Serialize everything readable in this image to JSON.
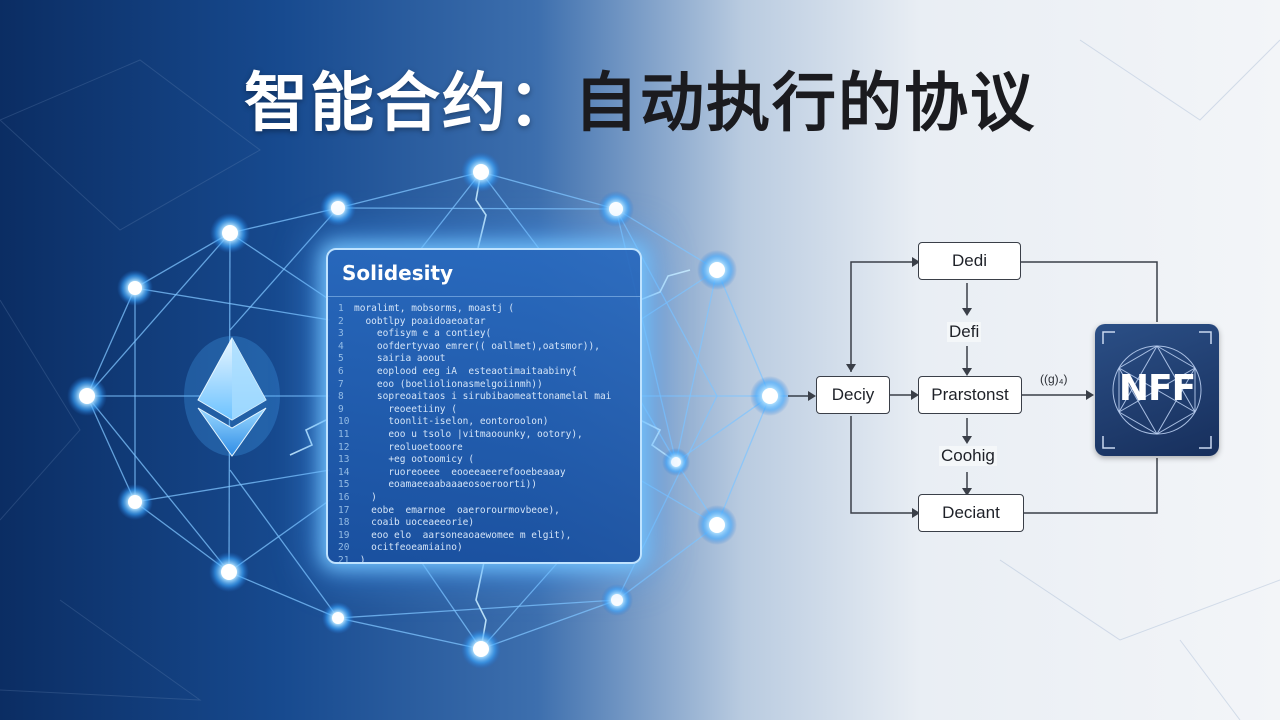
{
  "title": {
    "left": "智能合约：",
    "right": "自动执行的协议"
  },
  "code_panel": {
    "title": "Solidesity",
    "tag": "",
    "lines": [
      "moralimt, mobsorms, moastj (",
      "  oobtlpy poaidoaeoatar",
      "    eofisym e a contiey(",
      "    oofdertyvao emrer(( oallmet),oatsmor)),",
      "    sairia aoout",
      "    eoplood eeg iA  esteaotimaitaabiny{",
      "    eoo (boeliolionasmelgoiinmh))",
      "    sopreoaitaos i sirubibaomeattonamelal mai",
      "      reoeetiiny (",
      "      toonlit-iselon, eontoroolon)",
      "      eoo u tsolo |vitmaoounky, ootory),",
      "      reoluoetooore",
      "      +eg ootoomicy (",
      "      ruoreoeee  eooeeaeerefooebeaaay",
      "      eoamaeeaabaaaeosoeroorti))",
      "   )",
      "   eobe  emarnoe  oaerorourmovbeoe),",
      "   coaib uoceaeeorie)",
      "   eoo elo  aarsoneaoaewomee m elgit),",
      "   ocitfeoeamiaino)",
      " )"
    ]
  },
  "flowchart": {
    "boxes": {
      "top": "Dedi",
      "left": "Deciy",
      "center": "Prarstonst",
      "bottom": "Deciant"
    },
    "labels": {
      "upper": "Defi",
      "lower": "Coohig",
      "edge": "((g)₄)"
    }
  },
  "nft_badge": {
    "text": "NFF"
  },
  "colors": {
    "glow": "#8fd3ff",
    "node": "#bfe8ff",
    "deep_blue": "#0b2d63",
    "line": "#3a3f48"
  },
  "icons": [
    "ethereum-icon",
    "network-node-icon",
    "nft-badge-icon"
  ]
}
